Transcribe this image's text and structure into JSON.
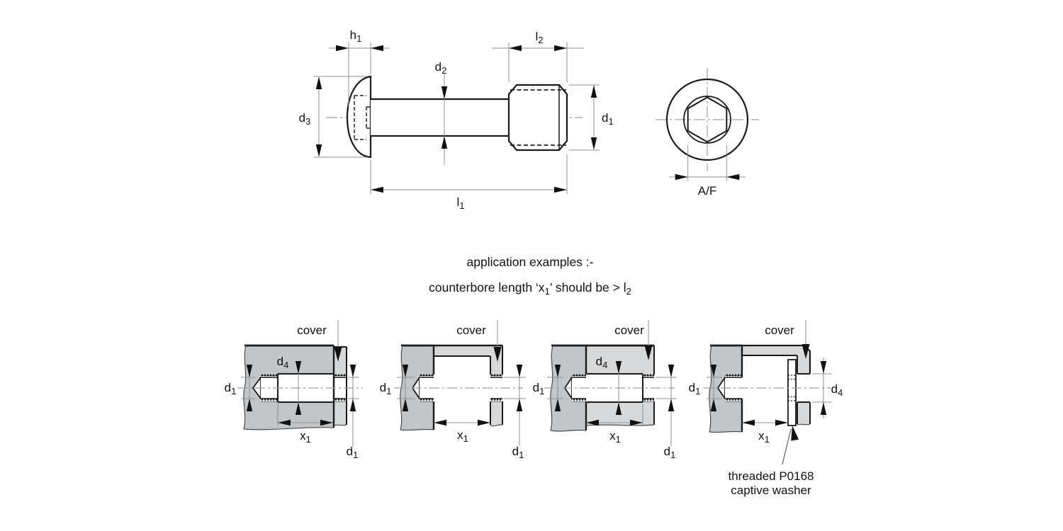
{
  "drawing": {
    "dim_labels": {
      "h1": {
        "base": "h",
        "sub": "1"
      },
      "l2": {
        "base": "l",
        "sub": "2"
      },
      "d2": {
        "base": "d",
        "sub": "2"
      },
      "d3": {
        "base": "d",
        "sub": "3"
      },
      "d1": {
        "base": "d",
        "sub": "1"
      },
      "l1": {
        "base": "l",
        "sub": "1"
      },
      "d4": {
        "base": "d",
        "sub": "4"
      },
      "x1": {
        "base": "x",
        "sub": "1"
      },
      "af": "A/F"
    },
    "notes": {
      "line1": "application examples :-",
      "line2_p1": "counterbore length ‘x",
      "line2_s1": "1",
      "line2_p2": "’ should be  > l",
      "line2_s2": "2"
    },
    "labels": {
      "cover": "cover",
      "washer_line1": "threaded P0168",
      "washer_line2": "captive washer"
    },
    "colors": {
      "line": "#1a1a1a",
      "dim_line": "#8b9298",
      "base_fill": "#c3c6c9",
      "cover_fill": "#d6d8d9",
      "background": "#ffffff"
    }
  }
}
